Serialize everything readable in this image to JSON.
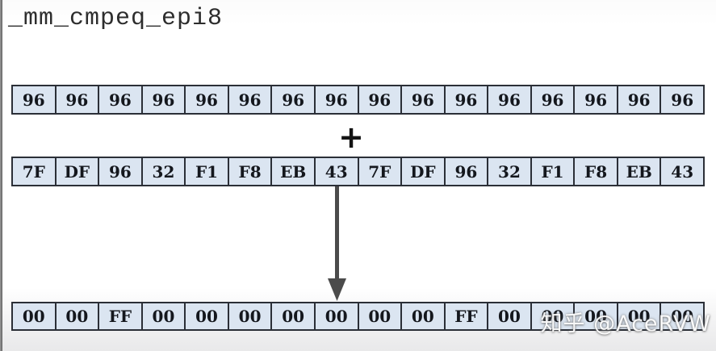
{
  "title": "_mm_cmpeq_epi8",
  "operator": "+",
  "rows": {
    "a": [
      "96",
      "96",
      "96",
      "96",
      "96",
      "96",
      "96",
      "96",
      "96",
      "96",
      "96",
      "96",
      "96",
      "96",
      "96",
      "96"
    ],
    "b": [
      "7F",
      "DF",
      "96",
      "32",
      "F1",
      "F8",
      "EB",
      "43",
      "7F",
      "DF",
      "96",
      "32",
      "F1",
      "F8",
      "EB",
      "43"
    ],
    "result": [
      "00",
      "00",
      "FF",
      "00",
      "00",
      "00",
      "00",
      "00",
      "00",
      "00",
      "FF",
      "00",
      "00",
      "00",
      "00",
      "00"
    ]
  },
  "watermark": "知乎 @AceRVW",
  "colors": {
    "cell_fill": "#dbe5f1",
    "cell_border": "#2b2f37",
    "arrow": "#4b4b4b",
    "title_text": "#2d2d2d"
  }
}
